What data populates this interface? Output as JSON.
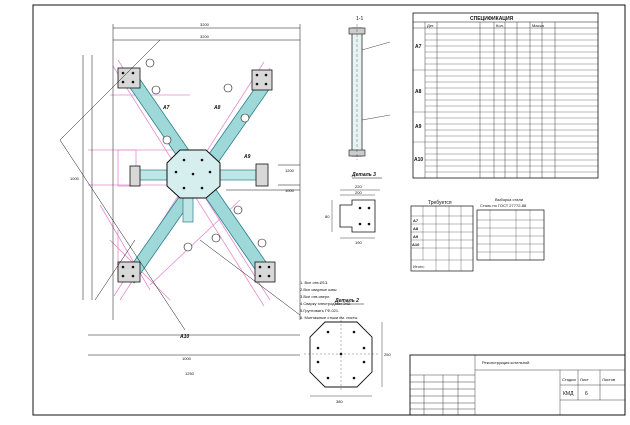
{
  "section_label": "1-1",
  "spec_table": {
    "title": "СПЕЦИФИКАЦИЯ",
    "marks": [
      "А7",
      "А8",
      "А9",
      "А10"
    ],
    "header_small": [
      "Дет.",
      "Кол.",
      "Масса"
    ]
  },
  "plan_labels": {
    "a7": "А7",
    "a8": "А8",
    "a9": "А9",
    "a10": "А10",
    "dims": [
      "3200",
      "3200",
      "1000",
      "1250",
      "1200",
      "1000",
      "1000"
    ]
  },
  "detail_titles": {
    "detail3": "Деталь 3",
    "detail2": "Деталь 2"
  },
  "detail3_dims": [
    "220",
    "200",
    "190",
    "80"
  ],
  "detail2_dims": [
    "380",
    "250"
  ],
  "required_table": {
    "title": "Требуется",
    "marks": [
      "А7",
      "А8",
      "А9",
      "А10"
    ],
    "total_label": "Итого:"
  },
  "steel_table": {
    "title": "Выборка стали",
    "subtitle": "Сталь по ГОСТ 27772-88"
  },
  "notes": [
    "1. Все отв.Ø13.",
    "2.Все сварные швы",
    "3.Все отв.сверл.",
    "4.Сварку электродами Э42.",
    "5.Грунтовать ГФ-021.",
    "6. Монтажные стыки см. листы"
  ],
  "title_block": {
    "project": "Реконструкция котельной",
    "sheet_label": "Лист",
    "sheet_code": "КМД",
    "stage_label": "Стадия",
    "sheets_label": "Листов",
    "sheet_number": "6"
  }
}
